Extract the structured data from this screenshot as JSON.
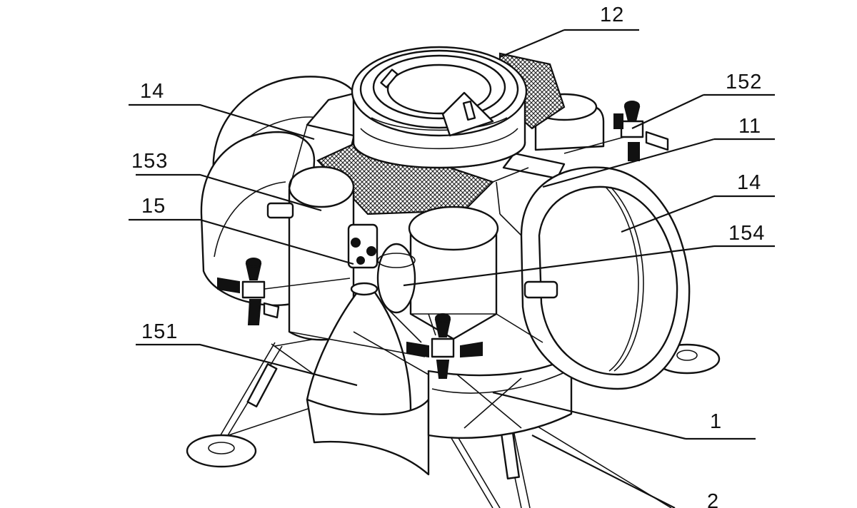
{
  "figure": {
    "labels": [
      {
        "id": "12",
        "text": "12"
      },
      {
        "id": "14a",
        "text": "14"
      },
      {
        "id": "152",
        "text": "152"
      },
      {
        "id": "11",
        "text": "11"
      },
      {
        "id": "153",
        "text": "153"
      },
      {
        "id": "14b",
        "text": "14"
      },
      {
        "id": "15",
        "text": "15"
      },
      {
        "id": "154",
        "text": "154"
      },
      {
        "id": "151",
        "text": "151"
      },
      {
        "id": "1",
        "text": "1"
      },
      {
        "id": "2",
        "text": "2"
      }
    ]
  },
  "colors": {
    "ink": "#111111",
    "paper": "#ffffff"
  }
}
